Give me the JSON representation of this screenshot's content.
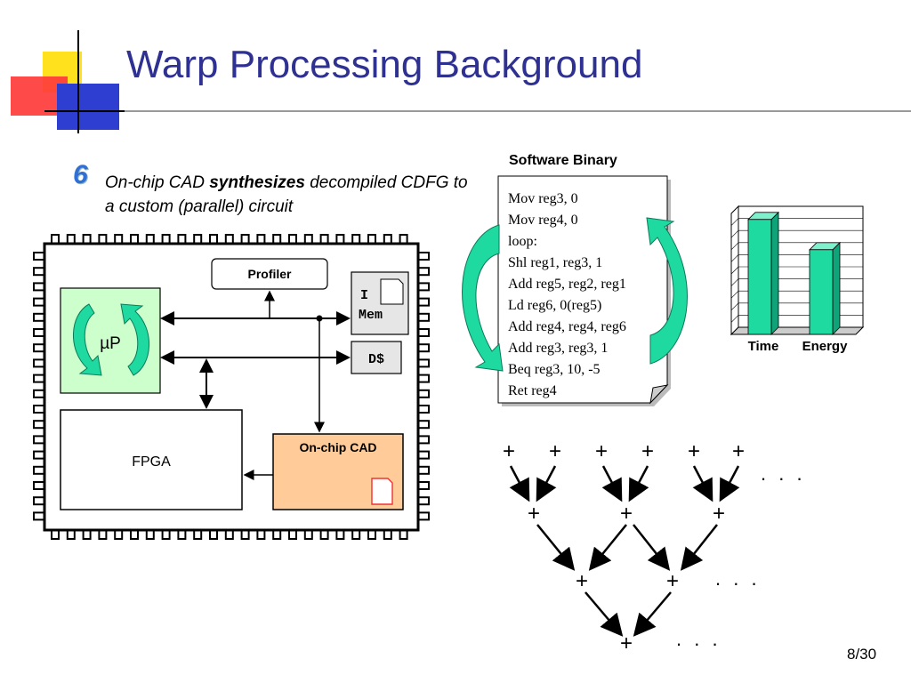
{
  "slide": {
    "title": "Warp Processing Background",
    "page_number": "8/30"
  },
  "step": {
    "number": "6",
    "text_before": "On-chip CAD ",
    "text_bold": "synthesizes",
    "text_after": " decompiled CDFG to a custom (parallel) circuit"
  },
  "chip": {
    "profiler_label": "Profiler",
    "up_label": "µP",
    "imem_line1": "I",
    "imem_line2": "Mem",
    "dcache_label": "D$",
    "fpga_label": "FPGA",
    "cad_label": "On-chip CAD"
  },
  "binary": {
    "title": "Software Binary",
    "lines": [
      "Mov reg3, 0",
      "Mov reg4, 0",
      "loop:",
      "Shl reg1, reg3, 1",
      "Add reg5, reg2, reg1",
      "Ld reg6, 0(reg5)",
      "Add reg4, reg4, reg6",
      "Add reg3, reg3, 1",
      "Beq reg3, 10, -5",
      "Ret reg4"
    ]
  },
  "chart_data": {
    "type": "bar",
    "categories": [
      "Time",
      "Energy"
    ],
    "values": [
      0.95,
      0.7
    ],
    "ylim": [
      0,
      1
    ],
    "grid": true,
    "colors": {
      "bar": "#1ed9a0"
    }
  },
  "tree": {
    "plus": "+",
    "dots": ". . ."
  },
  "colors": {
    "title": "#2e3192",
    "up_fill": "#ccffcc",
    "cad_fill": "#ffcc99",
    "arrow_teal": "#1ed9a0"
  }
}
